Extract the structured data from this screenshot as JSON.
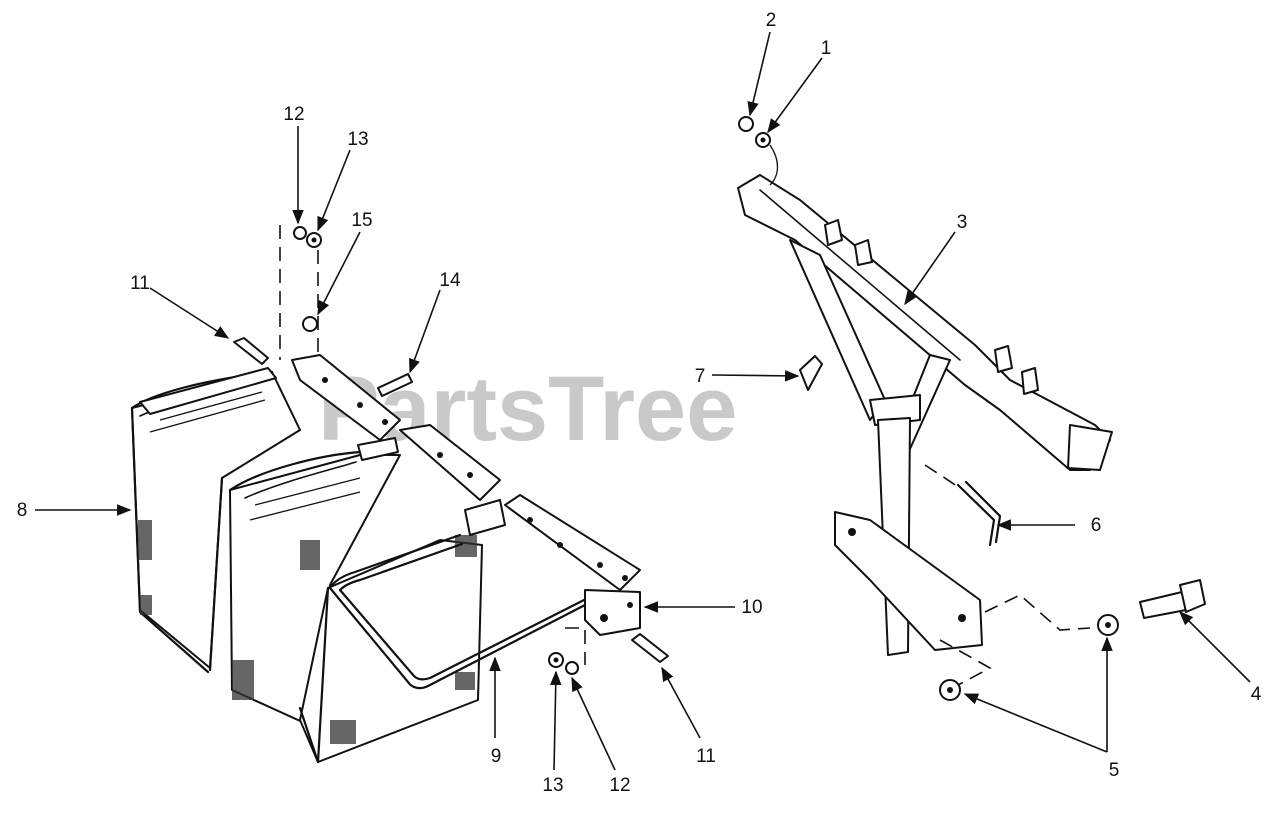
{
  "watermark": "PartsTree",
  "callouts": [
    "1",
    "2",
    "3",
    "4",
    "5",
    "6",
    "7",
    "8",
    "9",
    "10",
    "11",
    "11",
    "12",
    "12",
    "13",
    "13",
    "14",
    "15"
  ]
}
